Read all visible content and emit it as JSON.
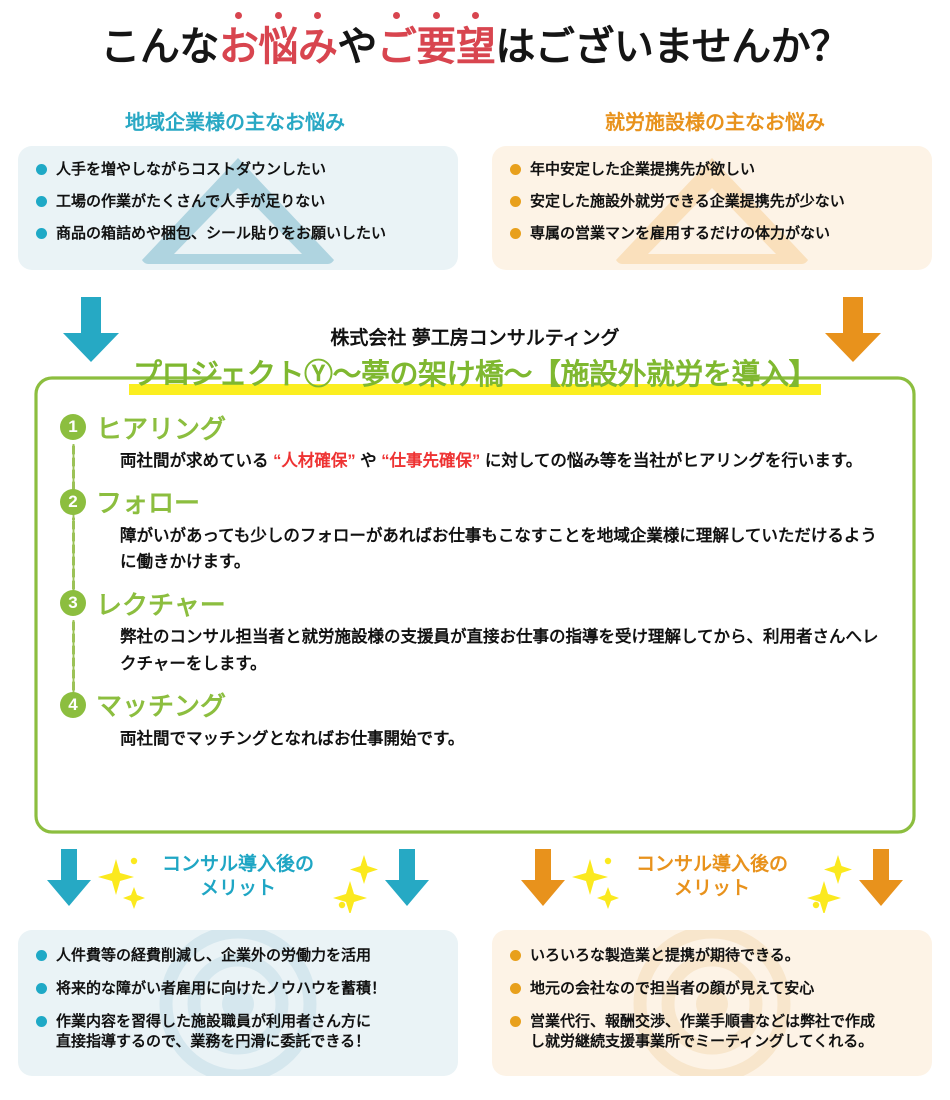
{
  "colors": {
    "teal": "#1FA9C6",
    "orange": "#E8921C",
    "green": "#8CBE3F",
    "red": "#D8454F",
    "yellow_highlight": "#FBEE20",
    "teal_box_bg": "#EAF3F6",
    "orange_box_bg": "#FDF3E6"
  },
  "hero": {
    "part1": "こんな",
    "em1": "お悩み",
    "mid": "や",
    "em2": "ご要望",
    "part2": "はございませんか？"
  },
  "problems": {
    "left": {
      "heading": "地域企業様の主なお悩み",
      "items": [
        "人手を増やしながらコストダウンしたい",
        "工場の作業がたくさんで人手が足りない",
        "商品の箱詰めや梱包、シール貼りをお願いしたい"
      ]
    },
    "right": {
      "heading": "就労施設様の主なお悩み",
      "items": [
        "年中安定した企業提携先が欲しい",
        "安定した施設外就労できる企業提携先が少ない",
        "専属の営業マンを雇用するだけの体力がない"
      ]
    }
  },
  "project": {
    "company": "株式会社 夢工房コンサルティング",
    "title": "プロジェクトⓎ～夢の架け橋～【施設外就労を導入】"
  },
  "steps": [
    {
      "num": "❶",
      "title": "ヒアリング",
      "body_pre": "両社間が求めている ",
      "hl1": "“人材確保”",
      "body_mid": " や ",
      "hl2": "“仕事先確保”",
      "body_post": " に対しての悩み等を当社がヒアリングを行います。"
    },
    {
      "num": "❷",
      "title": "フォロー",
      "body": "障がいがあっても少しのフォローがあればお仕事もこなすことを地域企業様に理解していただけるように働きかけます。"
    },
    {
      "num": "❸",
      "title": "レクチャー",
      "body": "弊社のコンサル担当者と就労施設様の支援員が直接お仕事の指導を受け理解してから、利用者さんへレクチャーをします。"
    },
    {
      "num": "❹",
      "title": "マッチング",
      "body": "両社間でマッチングとなればお仕事開始です。"
    }
  ],
  "merits": {
    "left": {
      "heading_line1": "コンサル導入後の",
      "heading_line2": "メリット",
      "items": [
        "人件費等の経費削減し、企業外の労働力を活用",
        "将来的な障がい者雇用に向けたノウハウを蓄積！",
        "作業内容を習得した施設職員が利用者さん方に\n直接指導するので、業務を円滑に委託できる！"
      ]
    },
    "right": {
      "heading_line1": "コンサル導入後の",
      "heading_line2": "メリット",
      "items": [
        "いろいろな製造業と提携が期待できる。",
        "地元の会社なので担当者の顔が見えて安心",
        "営業代行、報酬交渉、作業手順書などは弊社で作成\nし就労継続支援事業所でミーティングしてくれる。"
      ]
    }
  }
}
